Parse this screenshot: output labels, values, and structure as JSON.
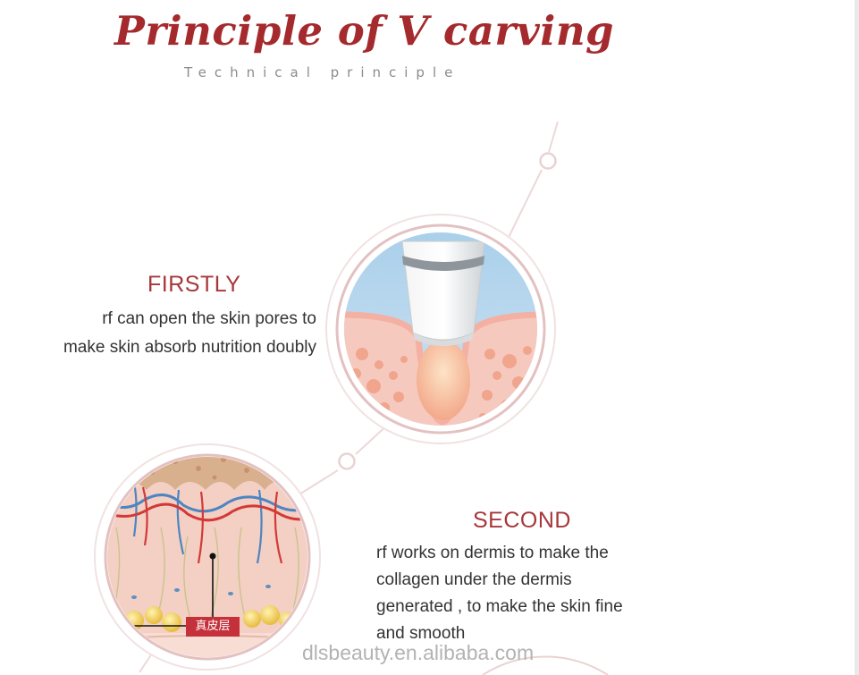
{
  "header": {
    "title": "Principle of V carving",
    "subtitle": "Technical principle"
  },
  "steps": [
    {
      "heading": "FIRSTLY",
      "lines": [
        "rf can open the skin pores to",
        "make skin absorb nutrition doubly"
      ]
    },
    {
      "heading": "SECOND",
      "lines": [
        "rf works on dermis to make the",
        "collagen under the dermis",
        "generated , to make the skin fine",
        "and smooth"
      ]
    }
  ],
  "illustration": {
    "dermis_tag": "真皮层"
  },
  "watermark": "dlsbeauty.en.alibaba.com",
  "colors": {
    "title": "#a52a2d",
    "heading": "#a7373a",
    "ring": "#ead2d2",
    "skin": "#f2c3b8"
  }
}
